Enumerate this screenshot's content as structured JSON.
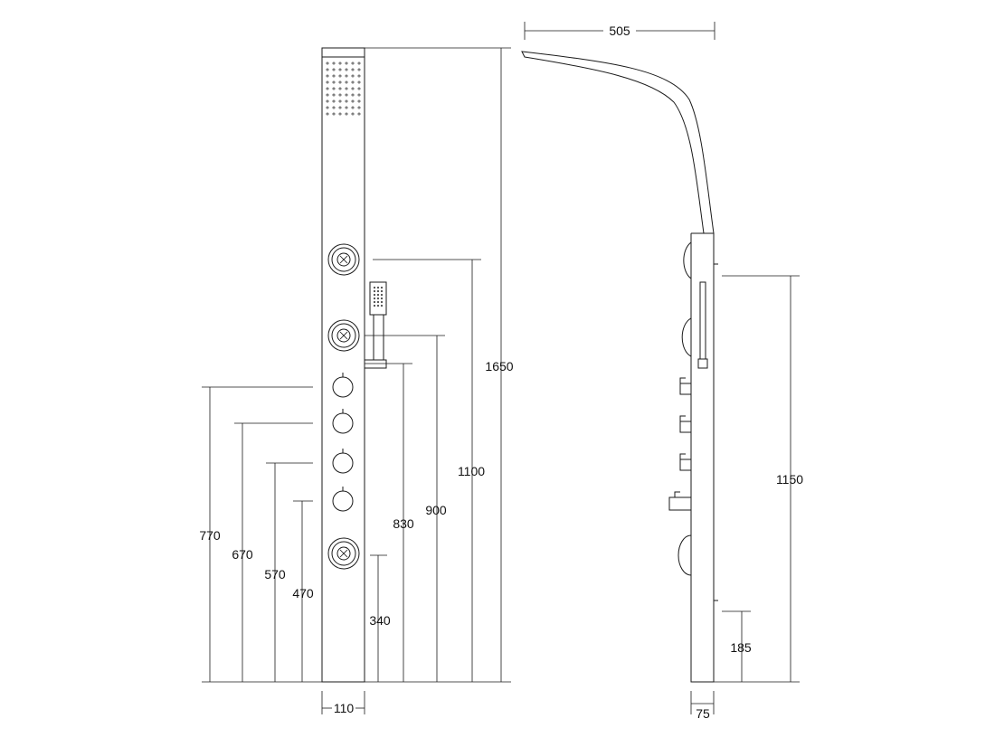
{
  "dimensions": {
    "front_total_height": "1650",
    "front_head_jet_height": "1100",
    "front_holder_height": "900",
    "front_handshower_outlet_height": "830",
    "front_bottom_jet_height": "340",
    "front_valve_1_height": "770",
    "front_valve_2_height": "670",
    "front_valve_3_height": "570",
    "front_valve_4_height": "470",
    "front_width": "110",
    "side_arm_reach": "505",
    "side_upper_mount_height": "1150",
    "side_lower_mount_height": "185",
    "side_depth": "75"
  },
  "colors": {
    "line": "#1a1a1a",
    "background": "#ffffff"
  }
}
